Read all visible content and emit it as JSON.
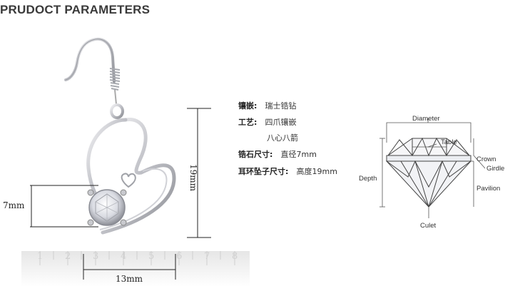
{
  "header": {
    "title": "PRUDOCT PARAMETERS"
  },
  "dimensions": {
    "height_label": "19mm",
    "stone_label": "7mm",
    "width_label": "13mm"
  },
  "ruler": {
    "ticks": [
      "1",
      "2",
      "3",
      "4",
      "5",
      "6",
      "7",
      "8"
    ]
  },
  "specs": [
    {
      "label": "镶嵌:",
      "value": "瑞士锆钻"
    },
    {
      "label": "工艺:",
      "value": "四爪镶嵌"
    },
    {
      "label": "",
      "value": "八心八箭"
    },
    {
      "label": "锆石尺寸:",
      "value": "直径7mm"
    },
    {
      "label": "耳环坠子尺寸:",
      "value": "高度19mm"
    }
  ],
  "diagram": {
    "diameter": "Diameter",
    "table": "Table",
    "crown": "Crown",
    "girdle": "Girdle",
    "depth": "Depth",
    "pavilion": "Pavilion",
    "culet": "Culet"
  }
}
